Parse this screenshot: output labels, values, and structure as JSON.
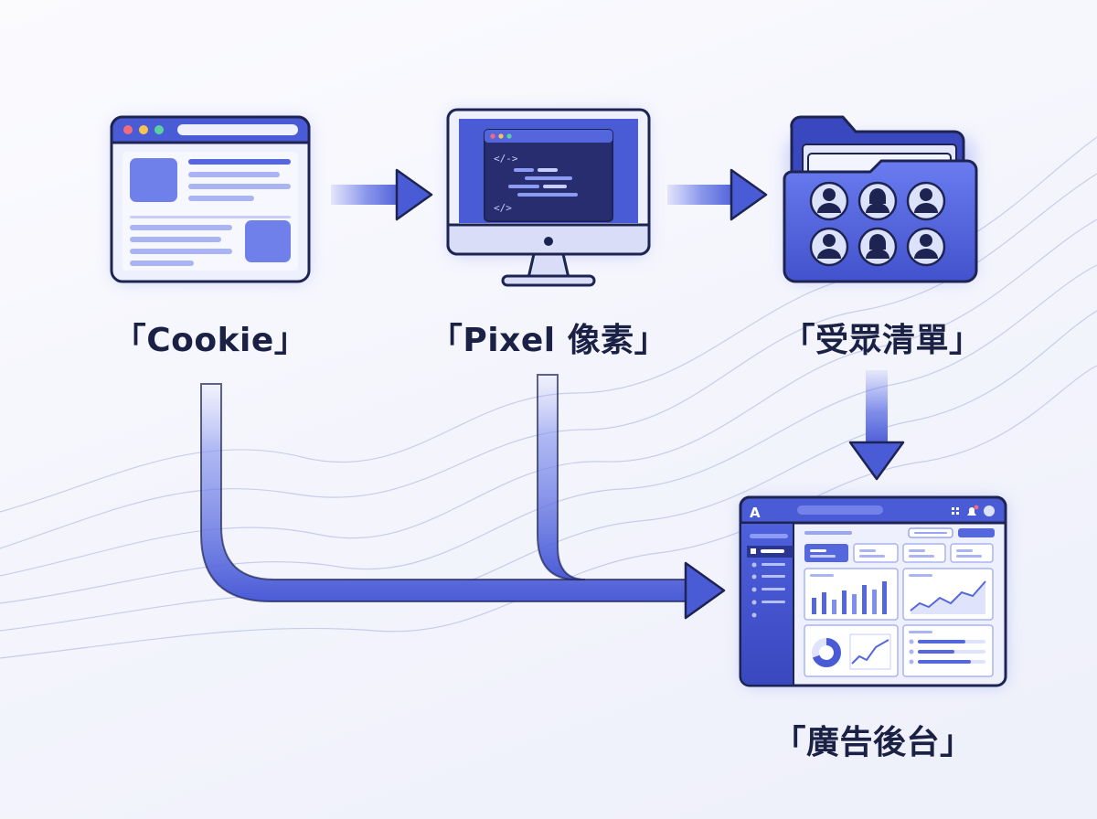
{
  "nodes": {
    "cookie": {
      "label": "「Cookie」",
      "icon": "browser-window-icon"
    },
    "pixel": {
      "label": "「Pixel 像素」",
      "icon": "monitor-code-icon",
      "code_open": "</->",
      "code_close": "</>"
    },
    "audience": {
      "label": "「受眾清單」",
      "icon": "audience-folder-icon"
    },
    "admin": {
      "label": "「廣告後台」",
      "icon": "ad-dashboard-icon",
      "logo": "A"
    }
  },
  "colors": {
    "accent": "#4a5bd6",
    "accent_light": "#7f8ff0",
    "outline": "#1e2452",
    "label": "#1b2145",
    "panel": "#eef0fd"
  }
}
